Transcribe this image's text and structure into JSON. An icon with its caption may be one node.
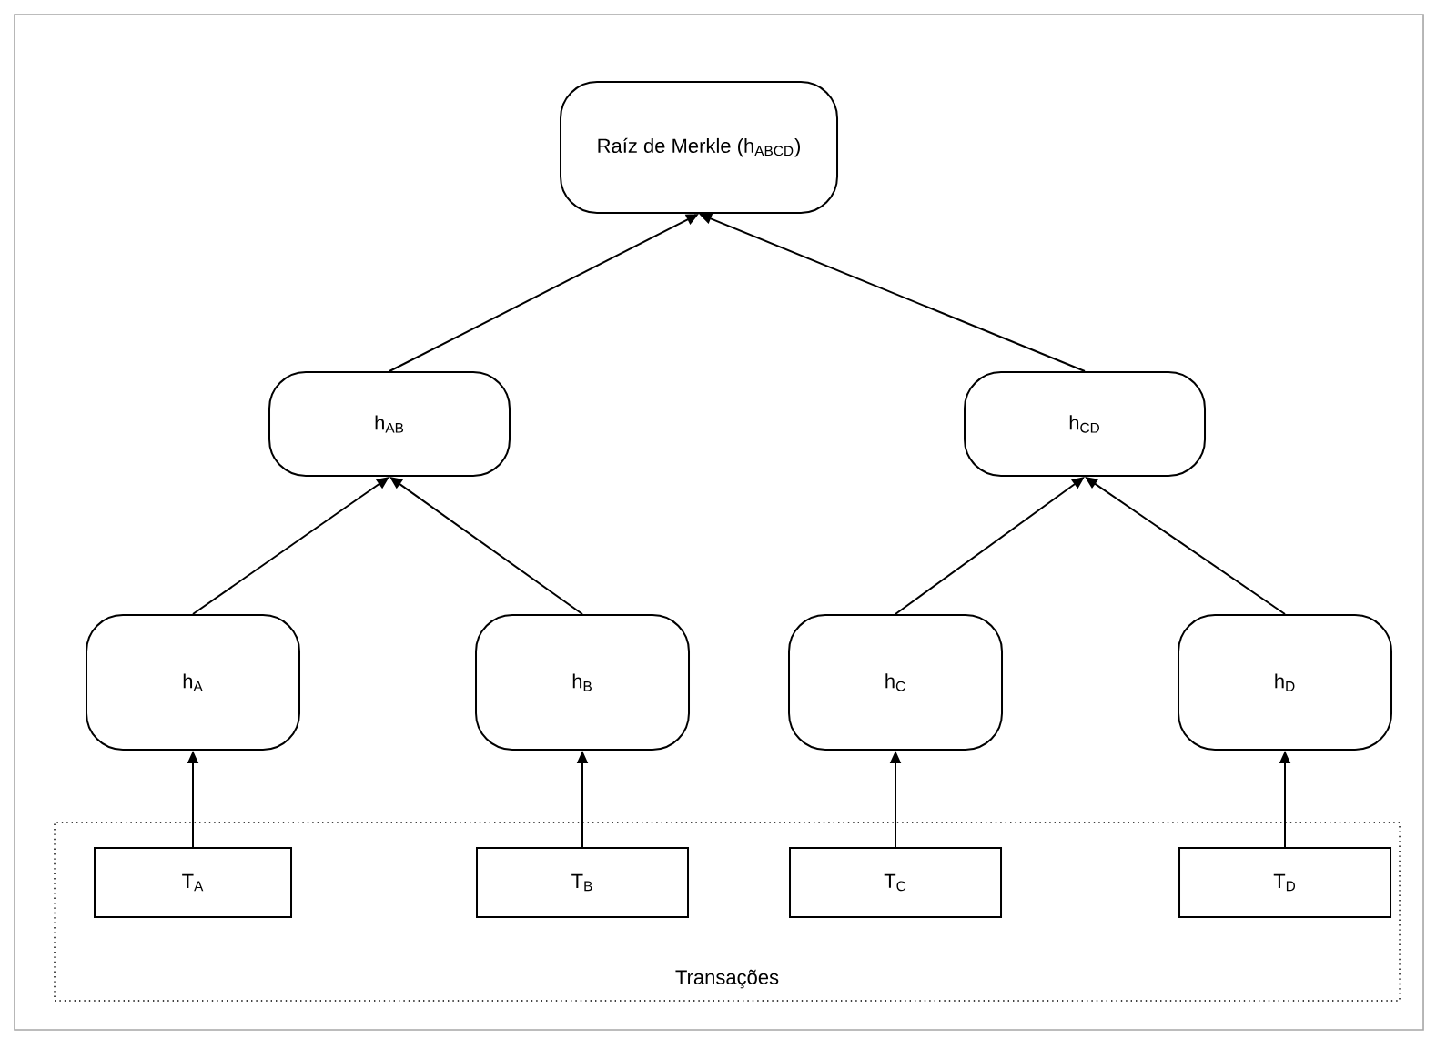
{
  "diagram": {
    "nodes": [
      {
        "text": [
          "Raíz de Merkle (h$_{ABCD}$)"
        ]
      },
      {
        "text": [
          "h$_{AB}$"
        ]
      },
      {
        "text": [
          "h$_{CD}$"
        ]
      },
      {
        "text": [
          "h$_{A}$"
        ]
      },
      {
        "text": [
          "h$_{B}$"
        ]
      },
      {
        "text": [
          "h$_{C}$"
        ]
      },
      {
        "text": [
          "h$_{D}$"
        ]
      },
      {
        "text": [
          "Transações"
        ]
      },
      {
        "text": [
          "T$_{A}$"
        ],
        "in": 7
      },
      {
        "text": [
          "T$_{B}$"
        ],
        "in": 7
      },
      {
        "text": [
          "T$_{C}$"
        ],
        "in": 7
      },
      {
        "text": [
          "T$_{D}$"
        ],
        "in": 7
      }
    ],
    "edges": [
      {
        "from": 8,
        "to": 3,
        "arrow": "to"
      },
      {
        "from": 9,
        "to": 4,
        "arrow": "to"
      },
      {
        "from": 10,
        "to": 5,
        "arrow": "to"
      },
      {
        "from": 11,
        "to": 6,
        "arrow": "to"
      },
      {
        "from": 3,
        "to": 1,
        "arrow": "to"
      },
      {
        "from": 4,
        "to": 1,
        "arrow": "to"
      },
      {
        "from": 5,
        "to": 2,
        "arrow": "to"
      },
      {
        "from": 6,
        "to": 2,
        "arrow": "to"
      },
      {
        "from": 1,
        "to": 0,
        "arrow": "to"
      },
      {
        "from": 2,
        "to": 0,
        "arrow": "to"
      }
    ]
  }
}
